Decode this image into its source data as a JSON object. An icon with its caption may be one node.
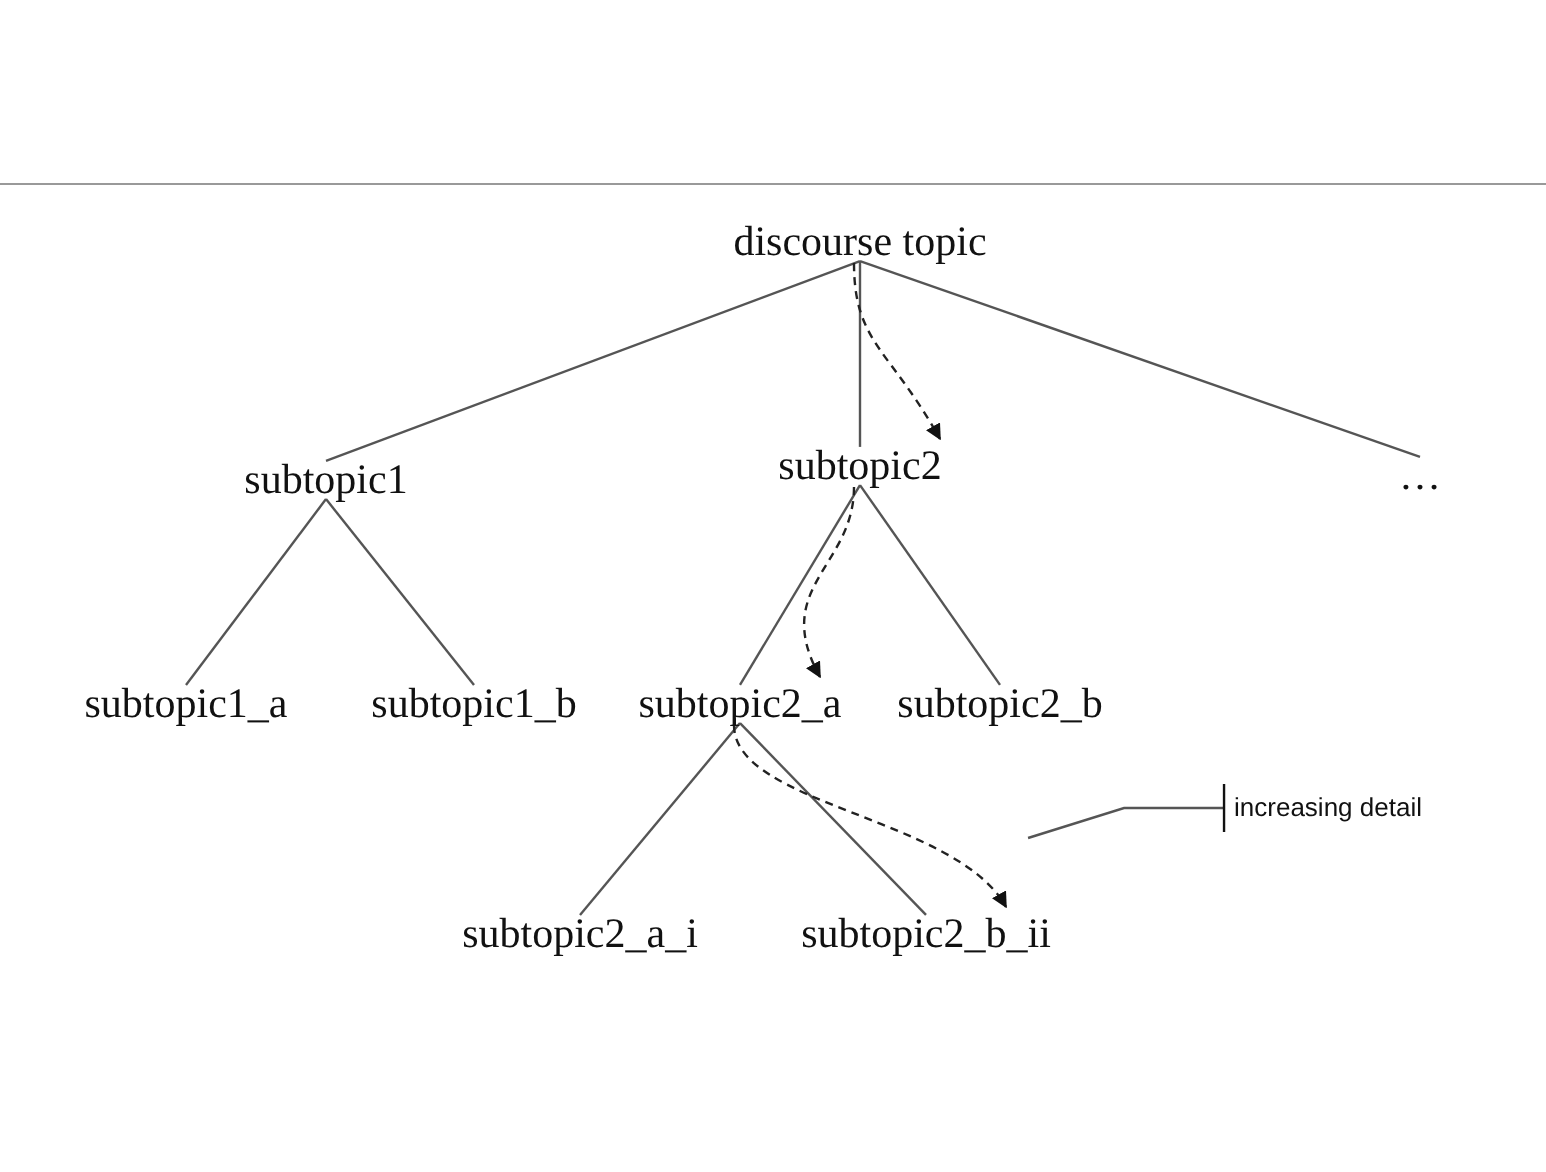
{
  "diagram": {
    "nodes": [
      {
        "text": [
          "discourse topic"
        ]
      },
      {
        "text": [
          "subtopic1"
        ]
      },
      {
        "text": [
          "subtopic2"
        ]
      },
      {
        "text": [
          "…"
        ]
      },
      {
        "text": [
          "subtopic1_a"
        ]
      },
      {
        "text": [
          "subtopic1_b"
        ]
      },
      {
        "text": [
          "subtopic2_a"
        ]
      },
      {
        "text": [
          "subtopic2_b"
        ]
      },
      {
        "text": [
          "subtopic2_a_i"
        ]
      },
      {
        "text": [
          "subtopic2_b_ii"
        ]
      },
      {
        "text": [
          "increasing detail"
        ]
      }
    ],
    "edges": [
      {
        "from": 0,
        "to": 1,
        "arrow": "none"
      },
      {
        "from": 0,
        "to": 2,
        "arrow": "none"
      },
      {
        "from": 0,
        "to": 3,
        "arrow": "none"
      },
      {
        "from": 0,
        "to": 2,
        "arrow": "to",
        "style": "dashed"
      },
      {
        "from": 1,
        "to": 4,
        "arrow": "none"
      },
      {
        "from": 1,
        "to": 5,
        "arrow": "none"
      },
      {
        "from": 2,
        "to": 6,
        "arrow": "none"
      },
      {
        "from": 2,
        "to": 7,
        "arrow": "none"
      },
      {
        "from": 2,
        "to": 6,
        "arrow": "to",
        "style": "dashed"
      },
      {
        "from": 6,
        "to": 8,
        "arrow": "none"
      },
      {
        "from": 6,
        "to": 9,
        "arrow": "none"
      },
      {
        "from": 6,
        "to": 9,
        "arrow": "to",
        "style": "dashed"
      },
      {
        "from": 10,
        "to": null,
        "arrow": "other"
      }
    ]
  }
}
